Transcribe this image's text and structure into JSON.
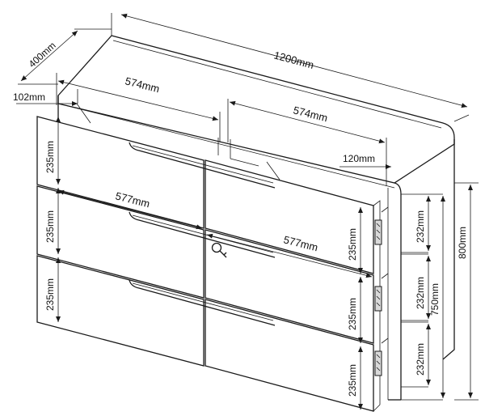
{
  "dimensions": {
    "overall_width": "1200mm",
    "depth": "400mm",
    "top_edge": "102mm",
    "top_drawer_width_left": "574mm",
    "top_drawer_width_right": "574mm",
    "side_panel": "120mm",
    "drawer_width_left": "577mm",
    "drawer_width_right": "577mm",
    "front_height_left_1": "235mm",
    "front_height_left_2": "235mm",
    "front_height_left_3": "235mm",
    "front_height_right_1": "235mm",
    "front_height_right_2": "235mm",
    "front_height_right_3": "235mm",
    "inner_height_1": "232mm",
    "inner_height_2": "232mm",
    "inner_height_3": "232mm",
    "carcass_height": "750mm",
    "overall_height": "800mm"
  },
  "icons": {
    "lock": "key-lock-icon"
  }
}
